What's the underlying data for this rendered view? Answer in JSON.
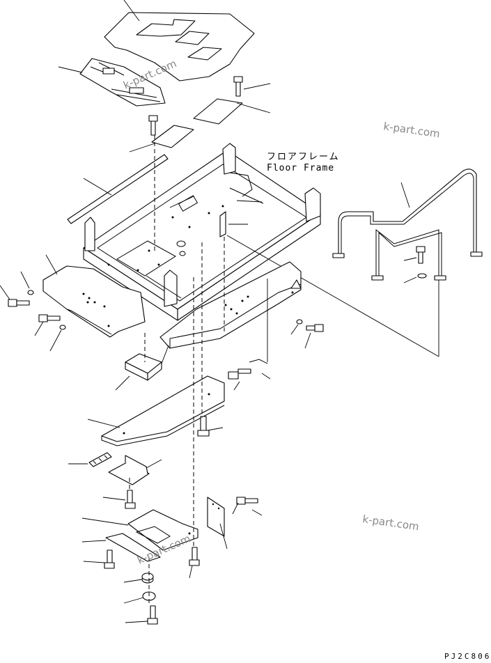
{
  "caption": {
    "japanese": "フロアフレーム",
    "english": "Floor Frame"
  },
  "watermarks": [
    "k-part.com",
    "k-part.com",
    "k-part.com",
    "k-part.com"
  ],
  "drawing_code": "PJ2C806"
}
